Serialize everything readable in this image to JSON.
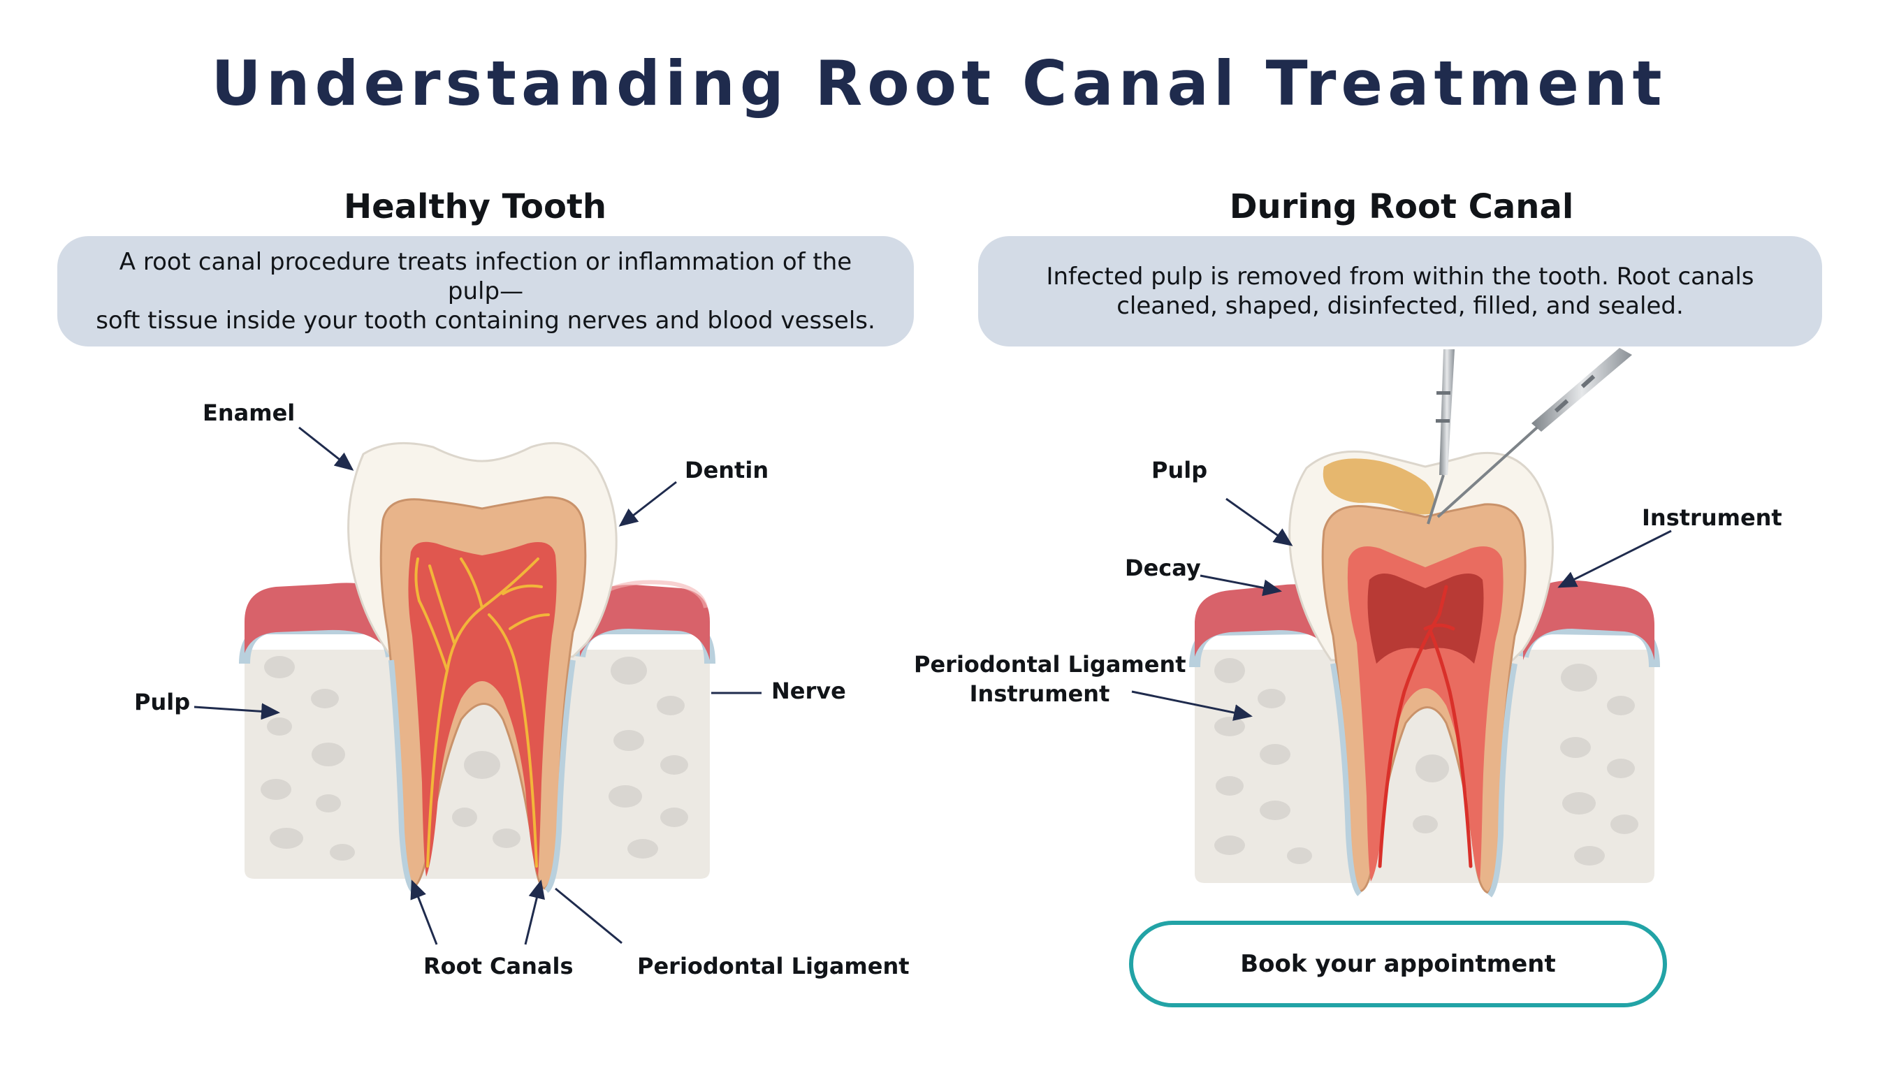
{
  "title": "Understanding Root Canal Treatment",
  "panels": [
    {
      "heading": "Healthy Tooth",
      "description": [
        "A root canal procedure treats infection or inflammation of the pulp—",
        "soft tissue inside your tooth containing nerves and blood vessels."
      ],
      "callouts": {
        "enamel": "Enamel",
        "dentin": "Dentin",
        "pulp": "Pulp",
        "nerve": "Nerve",
        "root_canals": "Root Canals",
        "periodontal_ligament": "Periodontal Ligament"
      }
    },
    {
      "heading": "During Root Canal",
      "description": [
        "Infected pulp is removed from within the tooth. Root canals",
        "cleaned, shaped, disinfected, filled, and sealed."
      ],
      "callouts": {
        "pulp": "Pulp",
        "decay": "Decay",
        "instrument": "Instrument",
        "periodontal_ligament_line1": "Periodontal Ligament",
        "periodontal_ligament_line2": "Instrument"
      }
    }
  ],
  "cta": {
    "label": "Book your appointment",
    "color": "#22a3a6"
  },
  "colors": {
    "title": "#1f2b4d",
    "description_box": "#d3dbe6",
    "enamel": "#f8f4ec",
    "dentin": "#e8b48a",
    "pulp": "#e0574f",
    "nerve": "#f2b63a",
    "gum": "#d8626a",
    "bone": "#ece9e3",
    "ligament": "#b9d0dd"
  }
}
